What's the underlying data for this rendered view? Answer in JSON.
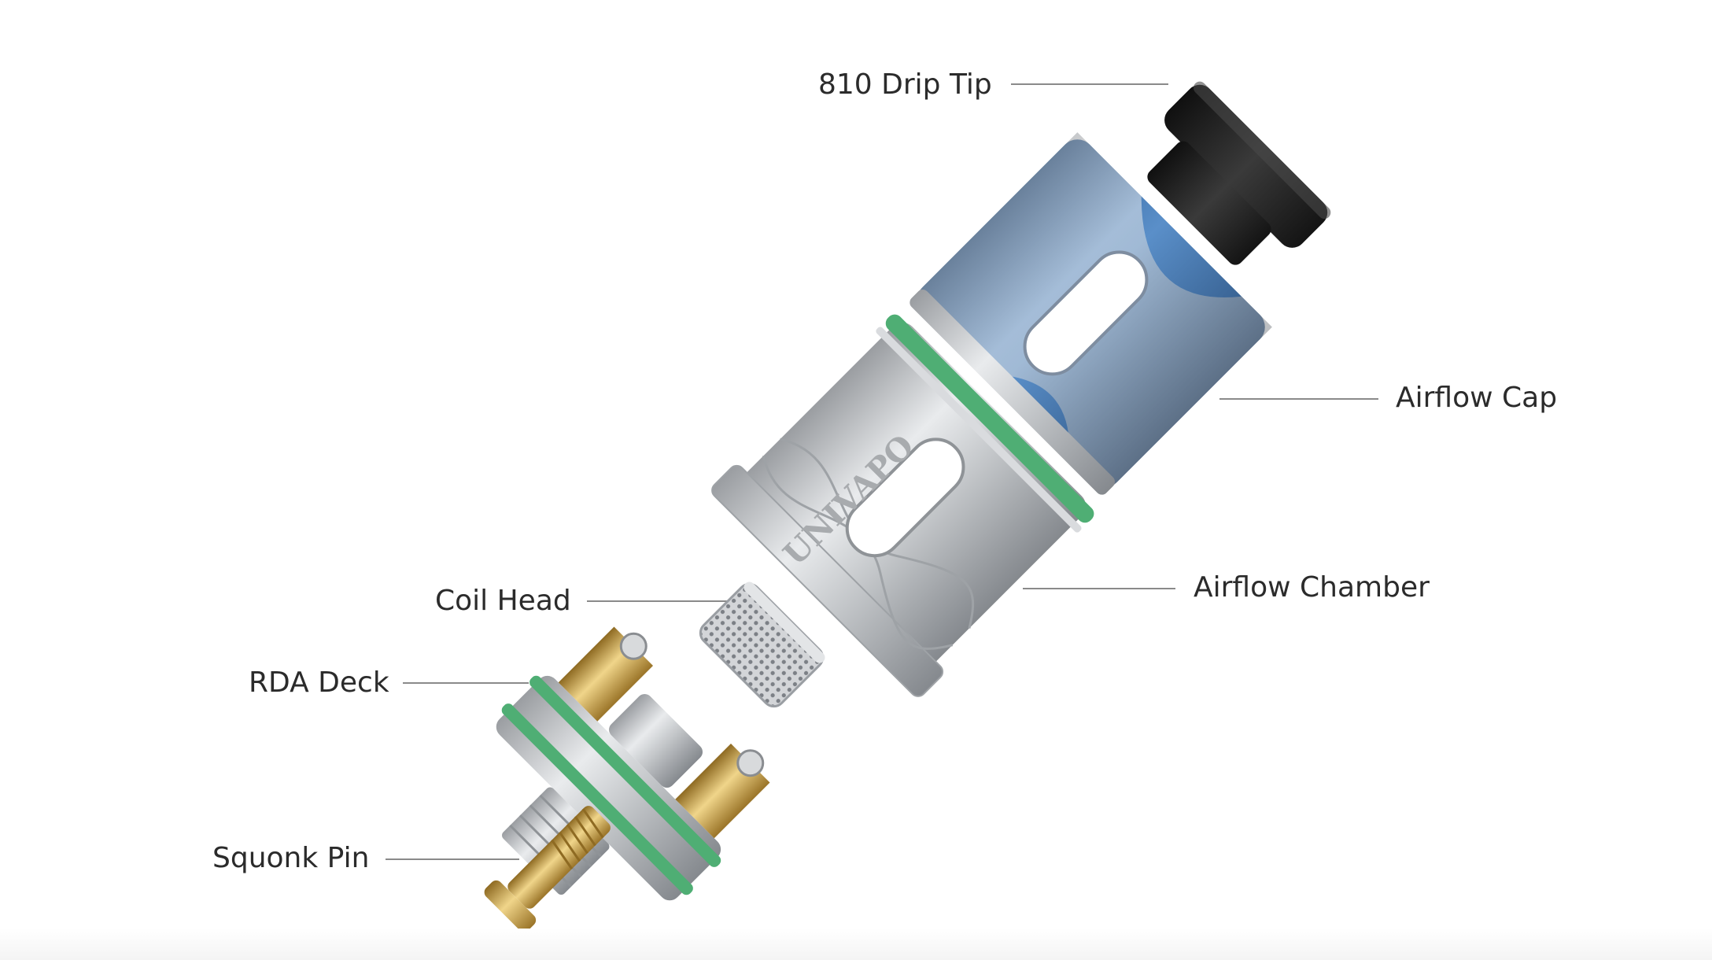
{
  "labels": {
    "drip_tip": "810 Drip Tip",
    "airflow_cap": "Airflow Cap",
    "airflow_chamber": "Airflow Chamber",
    "coil_head": "Coil Head",
    "rda_deck": "RDA Deck",
    "squonk_pin": "Squonk Pin"
  },
  "brand_engraving": "UNIVAPO",
  "colors": {
    "leader_line": "#8a8a8a",
    "label_text": "#2b2b2b",
    "drip_tip": "#1e1e1e",
    "airflow_cap_blue": "#3f73b0",
    "steel": "#c7c9cc",
    "seal_green": "#4fae74",
    "brass": "#c9a24a"
  }
}
